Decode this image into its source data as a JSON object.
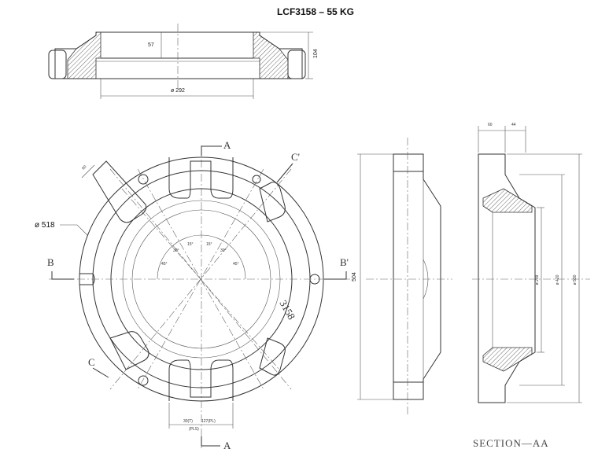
{
  "title": "LCF3158 – 55 KG",
  "top_view": {
    "dim_height_inner": "57",
    "dim_height_total": "104",
    "dim_diameter": "ø 292"
  },
  "plan_view": {
    "dim_outer": "ø 518",
    "dim_lug": "60",
    "section_a_top": "A",
    "section_a_bottom": "A",
    "section_b_left": "B",
    "section_b_right": "B'",
    "section_c_top": "C'",
    "section_c_bottom": "C",
    "angle_labels": [
      "45°",
      "30°",
      "15°",
      "15°",
      "30°",
      "45°"
    ],
    "part_mark": "3158",
    "slot_dims": [
      "30(T)",
      "127(PL)",
      "(PLS)"
    ]
  },
  "side_view": {
    "dim_height": "504"
  },
  "section_view": {
    "dim_top_left": "60",
    "dim_top_right": "44",
    "dim_d1": "ø 299",
    "dim_d2": "ø 420",
    "dim_d3": "ø 530",
    "label": "SECTION—AA"
  }
}
